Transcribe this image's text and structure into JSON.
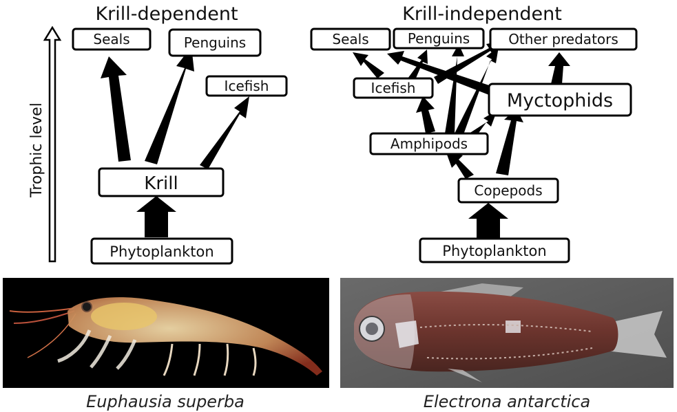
{
  "titles": {
    "left": "Krill-dependent",
    "right": "Krill-independent"
  },
  "axis_label": "Trophic level",
  "left_nodes": {
    "seals": "Seals",
    "penguins": "Penguins",
    "icefish": "Icefish",
    "krill": "Krill",
    "phytoplankton": "Phytoplankton"
  },
  "right_nodes": {
    "seals": "Seals",
    "penguins": "Penguins",
    "other_predators": "Other predators",
    "icefish": "Icefish",
    "myctophids": "Myctophids",
    "amphipods": "Amphipods",
    "copepods": "Copepods",
    "phytoplankton": "Phytoplankton"
  },
  "captions": {
    "left": "Euphausia superba",
    "right": "Electrona antarctica"
  },
  "colors": {
    "arrow": "#000000",
    "photo_left_bg": "#000000",
    "photo_right_bg": "#5a5a5a",
    "krill_body": "#c8a27a",
    "fish_body": "#6e3b33"
  }
}
